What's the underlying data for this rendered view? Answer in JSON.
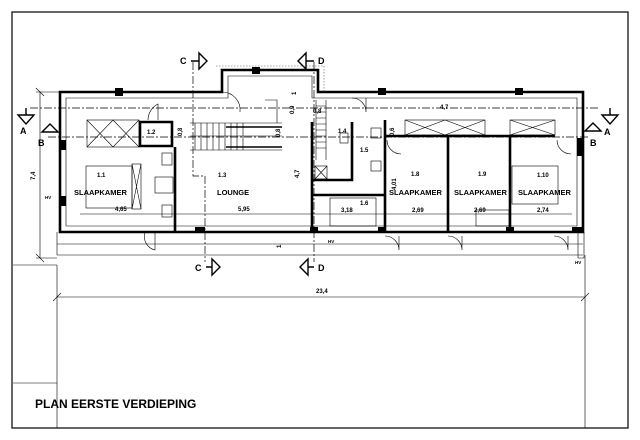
{
  "drawing": {
    "title": "PLAN EERSTE VERDIEPING",
    "rooms": [
      {
        "number": "1.1",
        "name": "SLAAPKAMER",
        "width": "4,65"
      },
      {
        "number": "1.2"
      },
      {
        "number": "1.3",
        "name": "LOUNGE",
        "width": "5,95"
      },
      {
        "number": "1.4"
      },
      {
        "number": "1.5"
      },
      {
        "number": "1.6",
        "width": "3,18"
      },
      {
        "number": "1.8",
        "name": "SLAAPKAMER",
        "width": "2,69"
      },
      {
        "number": "1.9",
        "name": "SLAAPKAMER",
        "width": "2,69"
      },
      {
        "number": "1.10",
        "name": "SLAAPKAMER",
        "width": "2,74"
      }
    ],
    "dimensions": {
      "overall_length": "23,4",
      "overall_depth": "7,4",
      "lounge_depth": "4,7",
      "top_span": "4,7",
      "bedroom_depth": "4,01",
      "small": [
        "0,8",
        "0,8",
        "0,9",
        "0,6",
        "1",
        "1",
        "0,8"
      ]
    },
    "markers": {
      "hv": "HV"
    },
    "sections": {
      "a": "A",
      "b": "B",
      "c": "C",
      "d": "D"
    }
  }
}
